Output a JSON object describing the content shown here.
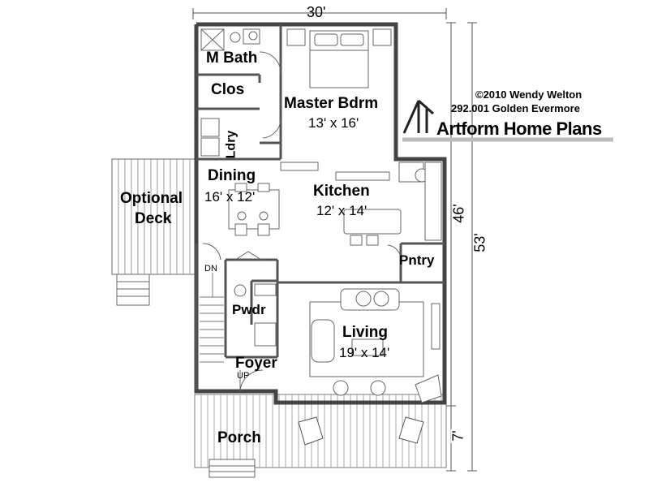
{
  "copyright": {
    "line1": "©2010 Wendy Welton",
    "line2": "292.001 Golden Evermore"
  },
  "brand": {
    "name": "Artform Home Plans"
  },
  "dimensions": {
    "width": "30'",
    "height_main": "46'",
    "height_total": "53'",
    "porch_depth": "7'"
  },
  "rooms": {
    "mbath": {
      "name": "M Bath"
    },
    "closet": {
      "name": "Clos"
    },
    "master": {
      "name": "Master Bdrm",
      "size": "13' x 16'"
    },
    "laundry": {
      "name": "Ldry"
    },
    "dining": {
      "name": "Dining",
      "size": "16' x 12'"
    },
    "kitchen": {
      "name": "Kitchen",
      "size": "12' x 14'"
    },
    "deck": {
      "name_line1": "Optional",
      "name_line2": "Deck"
    },
    "pantry": {
      "name": "Pntry"
    },
    "powder": {
      "name": "Pwdr"
    },
    "living": {
      "name": "Living",
      "size": "19' x 14'"
    },
    "foyer": {
      "name": "Foyer"
    },
    "porch": {
      "name": "Porch"
    }
  },
  "stairs": {
    "down": "DN",
    "up": "UP"
  },
  "colors": {
    "wall": "#4a4a4a",
    "line": "#555555",
    "fill": "#ffffff"
  }
}
